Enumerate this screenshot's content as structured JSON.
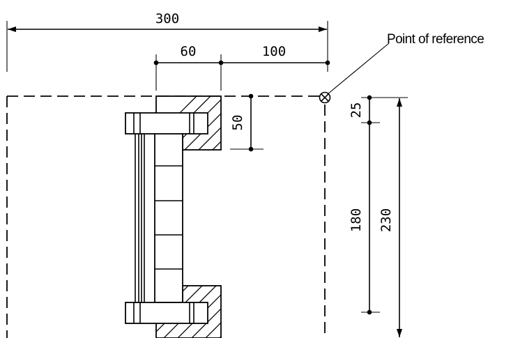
{
  "dimensions": {
    "overall_width": "300",
    "offset_left": "60",
    "offset_right": "100",
    "depth_top": "50",
    "top_gap": "25",
    "inner_height": "180",
    "overall_height": "230"
  },
  "reference": {
    "label": "Point of reference"
  },
  "colors": {
    "line": "#000000",
    "background": "#ffffff"
  }
}
